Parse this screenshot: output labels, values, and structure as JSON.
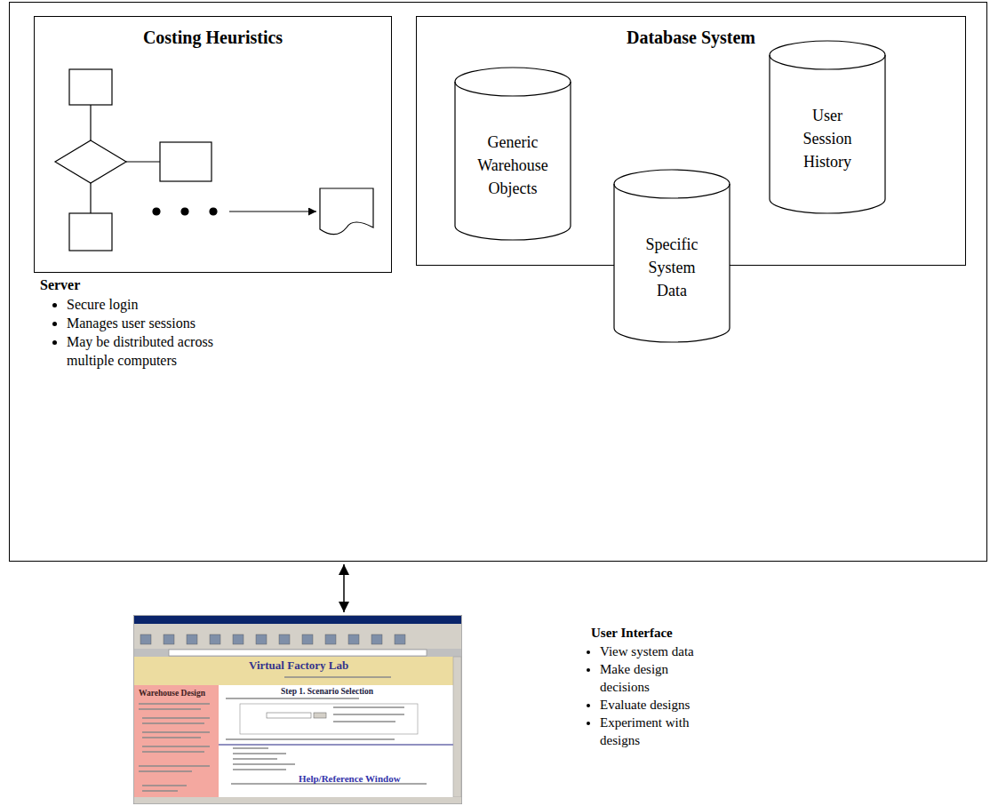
{
  "diagram": {
    "nodes": [
      {
        "text": [
          "Server",
          "Secure login",
          "Manages user sessions",
          "May be distributed across multiple computers"
        ]
      },
      {
        "text": [
          "Costing Heuristics"
        ],
        "in": 0
      },
      {
        "text": [
          "Database System"
        ],
        "in": 0
      },
      {
        "text": [
          "Generic Warehouse Objects"
        ],
        "in": 2
      },
      {
        "text": [
          "Specific System Data"
        ],
        "in": 2
      },
      {
        "text": [
          "User Session History"
        ],
        "in": 2
      },
      {
        "text": [
          "Virtual Factory Lab",
          "Warehouse Design",
          "Step 1. Scenario Selection",
          "Help/Reference Window"
        ]
      }
    ],
    "edges": [
      {
        "from": 0,
        "to": 6,
        "arrow": "both"
      }
    ],
    "labels": [
      "User Interface",
      "View system data",
      "Make design decisions",
      "Evaluate designs",
      "Experiment with designs"
    ]
  }
}
